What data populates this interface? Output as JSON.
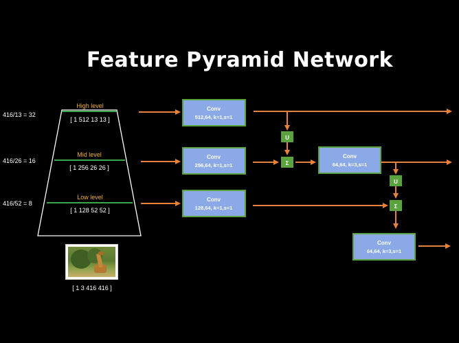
{
  "title": "Feature Pyramid Network",
  "pyramid": {
    "levels": [
      {
        "name": "High level",
        "dims": "[ 1 512 13 13 ]",
        "scale": "416/13 = 32"
      },
      {
        "name": "Mid level",
        "dims": "[ 1 256 26 26 ]",
        "scale": "416/26 = 16"
      },
      {
        "name": "Low level",
        "dims": "[ 1 128 52 52 ]",
        "scale": "416/52 = 8"
      }
    ],
    "input_dims": "[ 1  3  416  416 ]"
  },
  "blocks": {
    "conv_high": {
      "name": "Conv",
      "params": "512,64,  k=1,s=1"
    },
    "conv_mid": {
      "name": "Conv",
      "params": "256,64,  k=1,s=1"
    },
    "conv_low": {
      "name": "Conv",
      "params": "128,64,  k=1,s=1"
    },
    "conv_mid_out": {
      "name": "Conv",
      "params": "64,64,  k=3,s=1"
    },
    "conv_low_out": {
      "name": "Conv",
      "params": "64,64,  k=3,s=1"
    }
  },
  "ops": {
    "upsample": "U",
    "sum": "Σ"
  },
  "colors": {
    "background": "#000000",
    "arrow": "#e8823a",
    "block_fill": "#8aa9e6",
    "block_border": "#5aa33e",
    "op_fill": "#5aa33e",
    "level_line": "#3aa64a",
    "level_label": "#f0b030",
    "text": "#ffffff"
  },
  "icons": {
    "input_image": "giraffe-photo"
  }
}
